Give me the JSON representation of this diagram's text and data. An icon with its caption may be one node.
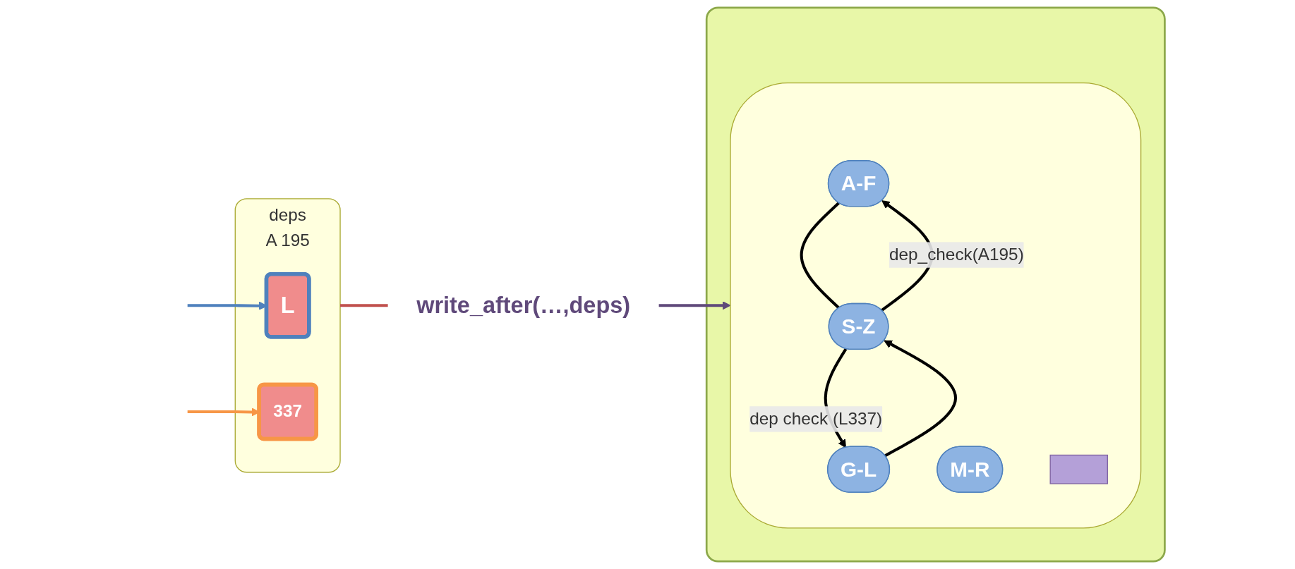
{
  "diagram": {
    "nodes": [
      {
        "text": [
          "deps",
          "A 195"
        ]
      },
      {
        "text": [
          "L"
        ],
        "in": 0
      },
      {
        "text": [
          "337"
        ],
        "in": 0
      },
      {
        "text": [],
        "shape": "box"
      },
      {
        "text": [],
        "shape": "box",
        "in": 3
      },
      {
        "text": [
          "A-F"
        ],
        "in": 4
      },
      {
        "text": [
          "G-L"
        ],
        "in": 4
      },
      {
        "text": [
          "M-R"
        ],
        "in": 4
      },
      {
        "text": [
          "S-Z"
        ],
        "in": 4
      },
      {
        "text": [],
        "shape": "box",
        "in": 4
      },
      {
        "text": [
          "write_after(…,deps)"
        ]
      }
    ],
    "edges": [
      {
        "from": null,
        "to": 1,
        "arrow": "to",
        "color": "#4f81bd"
      },
      {
        "from": null,
        "to": 2,
        "arrow": "to",
        "color": "#f79646"
      },
      {
        "from": 0,
        "to": 10,
        "arrow": "none",
        "color": "#c0504d"
      },
      {
        "from": 10,
        "to": 4,
        "arrow": "to",
        "color": "#5f497a"
      },
      {
        "from": 5,
        "to": 8,
        "arrow": "none"
      },
      {
        "from": 8,
        "to": 5,
        "arrow": "to",
        "label": "dep_check(A195)"
      },
      {
        "from": 6,
        "to": 8,
        "arrow": "to"
      },
      {
        "from": 8,
        "to": 6,
        "arrow": "to",
        "label": "dep check (L337)"
      }
    ]
  }
}
